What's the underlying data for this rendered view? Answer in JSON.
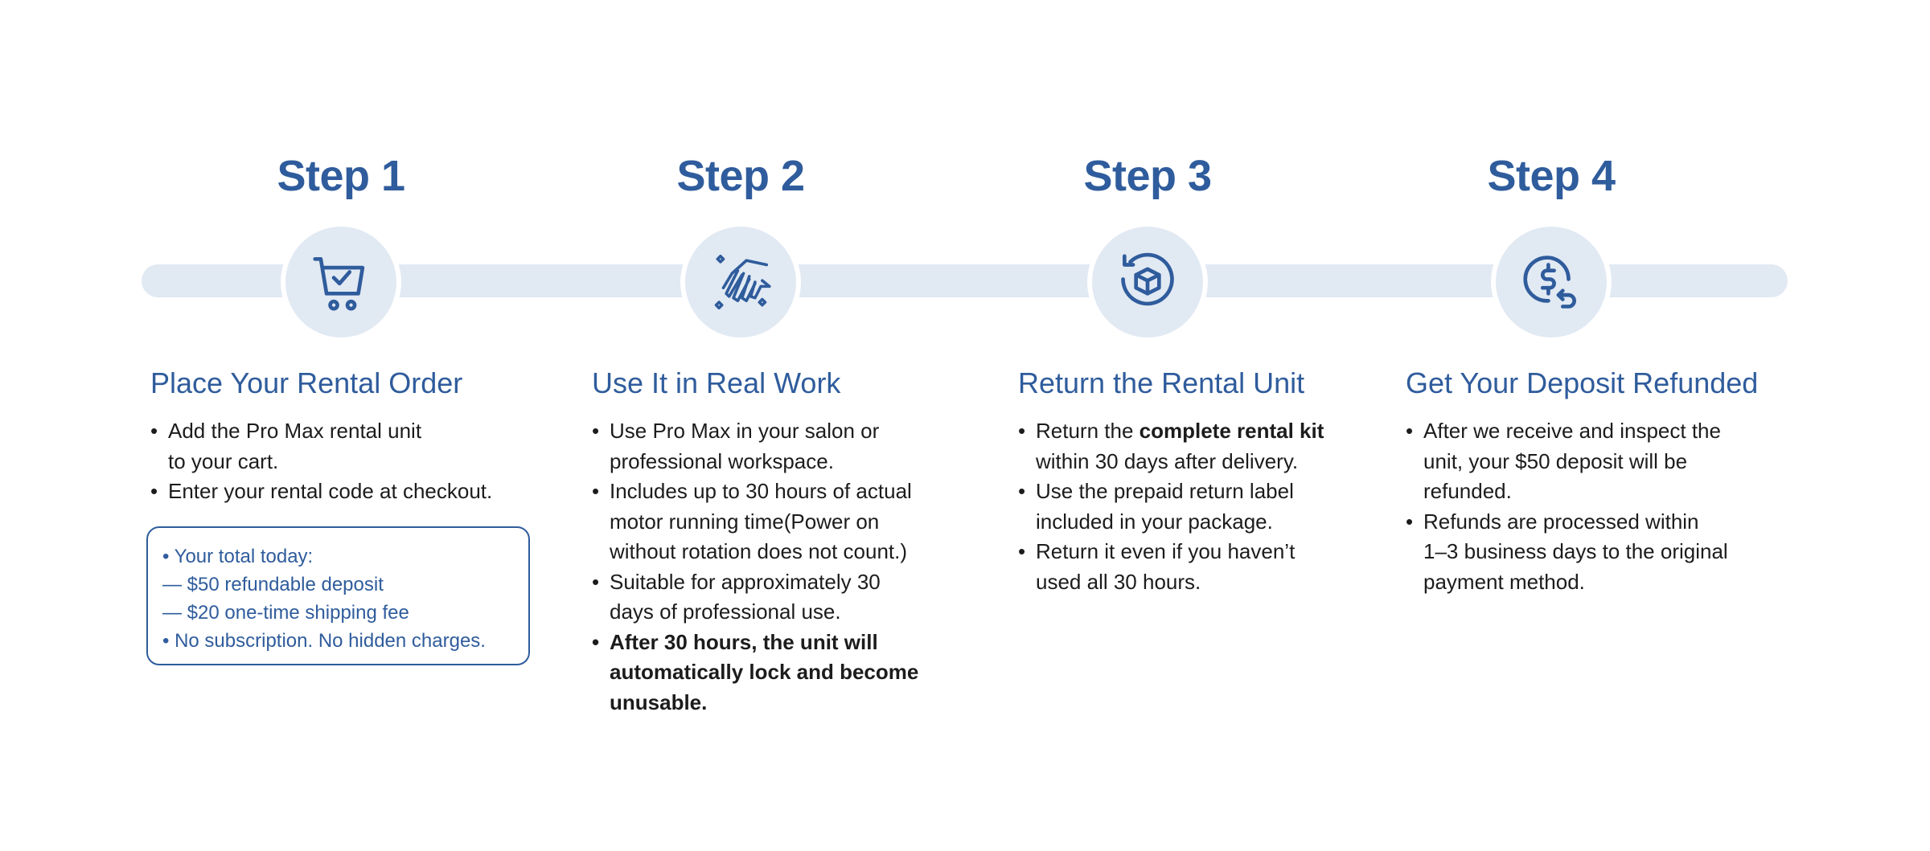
{
  "colors": {
    "accent": "#2f5c9c",
    "track": "#e1e9f3"
  },
  "steps": [
    {
      "title": "Step 1",
      "icon": "cart-check-icon",
      "heading": "Place Your Rental Order",
      "bullets": [
        "Add the Pro Max rental unit\n to your cart.",
        "Enter your rental code at checkout."
      ]
    },
    {
      "title": "Step 2",
      "icon": "hand-sparkle-icon",
      "heading": "Use It in Real Work",
      "bullets": [
        "Use Pro Max in your salon or\nprofessional workspace.",
        "Includes up to 30 hours of actual\nmotor running time(Power on\nwithout rotation does not count.)",
        "Suitable for approximately 30\ndays of professional use.",
        "After 30 hours, the unit will\nautomatically lock and become\nunusable."
      ]
    },
    {
      "title": "Step 3",
      "icon": "return-box-icon",
      "heading": "Return the Rental Unit",
      "bullets": [
        "Return the ",
        "complete rental kit",
        "within 30 days after delivery.",
        "Use the prepaid return label\nincluded in your package.",
        "Return it even if you haven’t\nused all 30 hours."
      ]
    },
    {
      "title": "Step 4",
      "icon": "dollar-refund-icon",
      "heading": "Get Your Deposit Refunded",
      "bullets": [
        "After we receive and inspect the\nunit, your $50 deposit will be\n refunded.",
        "Refunds are processed within\n 1–3 business days to the original\n  payment method."
      ]
    }
  ],
  "summary_box": {
    "lines": [
      "• Your total today:",
      "— $50 refundable deposit",
      "— $20 one-time shipping fee",
      " • No subscription. No hidden charges."
    ]
  }
}
